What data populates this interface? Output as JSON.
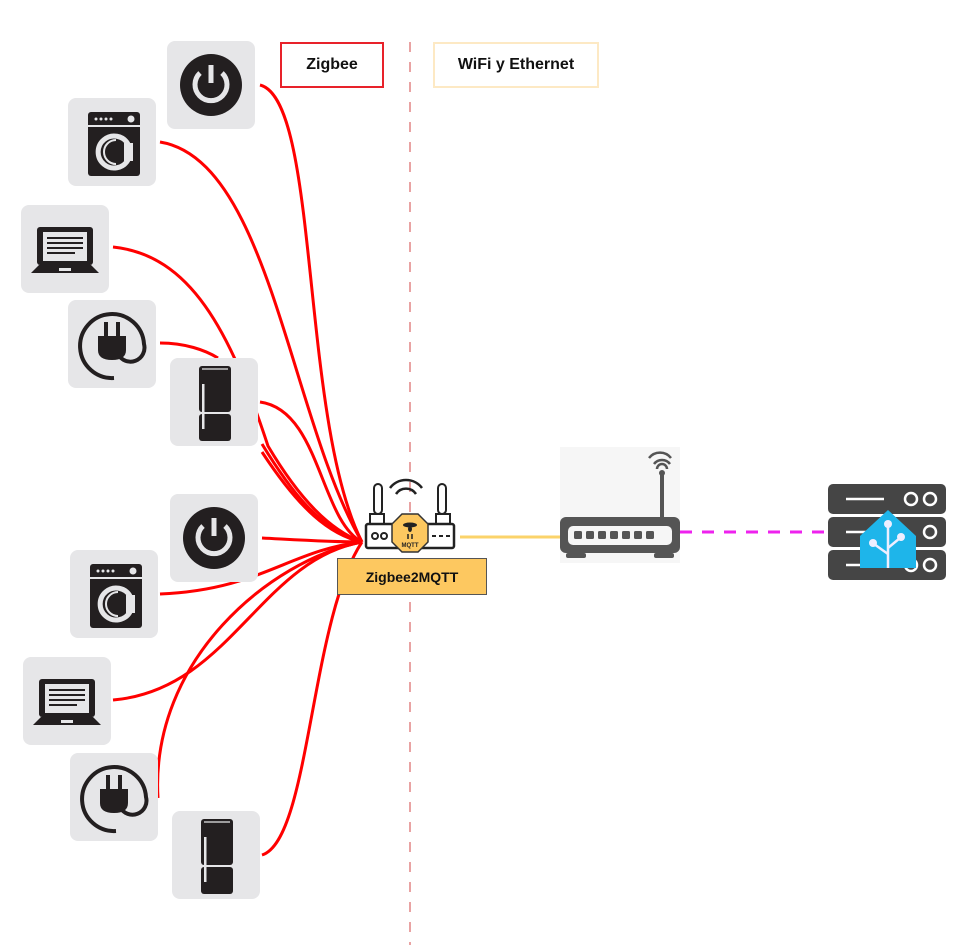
{
  "zones": {
    "zigbee_label": "Zigbee",
    "wifi_label": "WiFi y Ethernet"
  },
  "hub": {
    "label": "Zigbee2MQTT",
    "badge_text": "MQTT"
  },
  "colors": {
    "zigbee_link": "#ff0000",
    "ethernet_link": "#fbd36a",
    "ha_link": "#ee22ee",
    "divider": "#e9a3a3",
    "tile_bg": "#e6e6e8",
    "icon_dark": "#231f20",
    "hub_badge": "#fdc860",
    "ha_blue": "#1eb5ea",
    "server_dark": "#454545"
  },
  "devices": [
    {
      "id": "power-1",
      "icon": "power-button"
    },
    {
      "id": "washer-1",
      "icon": "washing-machine"
    },
    {
      "id": "laptop-1",
      "icon": "laptop"
    },
    {
      "id": "plug-1",
      "icon": "power-plug"
    },
    {
      "id": "fridge-1",
      "icon": "refrigerator"
    },
    {
      "id": "power-2",
      "icon": "power-button"
    },
    {
      "id": "washer-2",
      "icon": "washing-machine"
    },
    {
      "id": "laptop-2",
      "icon": "laptop"
    },
    {
      "id": "plug-2",
      "icon": "power-plug"
    },
    {
      "id": "fridge-2",
      "icon": "refrigerator"
    }
  ],
  "network": {
    "router_icon": "wifi-router",
    "server_icon": "home-assistant-server"
  }
}
